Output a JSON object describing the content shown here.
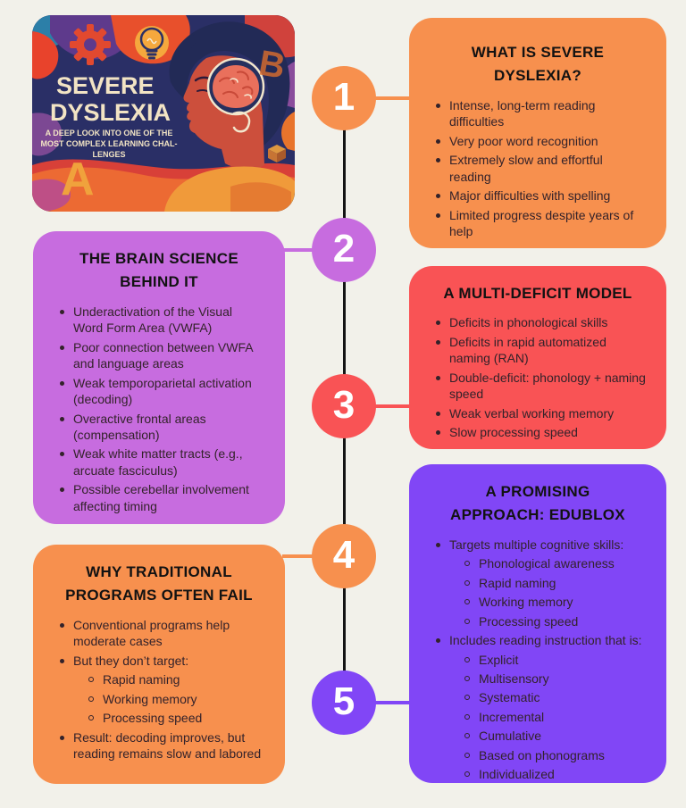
{
  "colors": {
    "background": "#F2F1EA",
    "orange": "#F7904E",
    "purple": "#C76CDF",
    "red": "#F95355",
    "violet": "#8146F6",
    "timeline_line": "#141414",
    "heading_text": "#121212",
    "body_text": "#33222A",
    "number_text": "#FFFFFF",
    "hero_navy": "#2A2F66",
    "hero_cream": "#F2E4C4",
    "hero_amber": "#F0A23C"
  },
  "hero": {
    "title_line1": "SEVERE",
    "title_line2": "DYSLEXIA",
    "subtitle_lines": [
      "A DEEP LOOK INTO ONE OF THE",
      "MOST COMPLEX LEARNING CHAL-",
      "LENGES"
    ],
    "letter_a": "A",
    "letter_b": "B"
  },
  "timeline": [
    {
      "number": "1",
      "color": "#F7904E"
    },
    {
      "number": "2",
      "color": "#C76CDF"
    },
    {
      "number": "3",
      "color": "#F95355"
    },
    {
      "number": "4",
      "color": "#F7904E"
    },
    {
      "number": "5",
      "color": "#8146F6"
    }
  ],
  "cards": [
    {
      "title": "WHAT IS SEVERE DYSLEXIA?",
      "color": "#F7904E",
      "bullets": [
        {
          "level": 1,
          "text": "Intense, long-term reading difficulties"
        },
        {
          "level": 1,
          "text": "Very poor word recognition"
        },
        {
          "level": 1,
          "text": "Extremely slow and effortful reading"
        },
        {
          "level": 1,
          "text": "Major difficulties with spelling"
        },
        {
          "level": 1,
          "text": "Limited progress despite years of help"
        }
      ]
    },
    {
      "title": "THE BRAIN SCIENCE BEHIND IT",
      "color": "#C76CDF",
      "bullets": [
        {
          "level": 1,
          "text": "Underactivation of the Visual Word Form Area (VWFA)"
        },
        {
          "level": 1,
          "text": "Poor connection between VWFA and language areas"
        },
        {
          "level": 1,
          "text": "Weak temporoparietal activation (decoding)"
        },
        {
          "level": 1,
          "text": "Overactive frontal areas (compensation)"
        },
        {
          "level": 1,
          "text": "Weak white matter tracts (e.g., arcuate fasciculus)"
        },
        {
          "level": 1,
          "text": "Possible cerebellar involvement affecting timing"
        }
      ]
    },
    {
      "title": "A MULTI-DEFICIT MODEL",
      "color": "#F95355",
      "bullets": [
        {
          "level": 1,
          "text": "Deficits in phonological skills"
        },
        {
          "level": 1,
          "text": "Deficits in rapid automatized naming (RAN)"
        },
        {
          "level": 1,
          "text": "Double-deficit: phonology + naming speed"
        },
        {
          "level": 1,
          "text": "Weak verbal working memory"
        },
        {
          "level": 1,
          "text": "Slow processing speed"
        }
      ]
    },
    {
      "title": "WHY TRADITIONAL PROGRAMS OFTEN FAIL",
      "color": "#F7904E",
      "bullets": [
        {
          "level": 1,
          "text": "Conventional programs help moderate cases"
        },
        {
          "level": 1,
          "text": "But they don’t target:"
        },
        {
          "level": 2,
          "text": "Rapid naming"
        },
        {
          "level": 2,
          "text": "Working memory"
        },
        {
          "level": 2,
          "text": "Processing speed"
        },
        {
          "level": 1,
          "text": "Result: decoding improves, but reading remains slow and labored"
        }
      ]
    },
    {
      "title": "A PROMISING APPROACH: EDUBLOX",
      "color": "#8146F6",
      "bullets": [
        {
          "level": 1,
          "text": "Targets multiple cognitive skills:"
        },
        {
          "level": 2,
          "text": "Phonological awareness"
        },
        {
          "level": 2,
          "text": "Rapid naming"
        },
        {
          "level": 2,
          "text": "Working memory"
        },
        {
          "level": 2,
          "text": "Processing speed"
        },
        {
          "level": 1,
          "text": "Includes reading instruction that is:"
        },
        {
          "level": 2,
          "text": "Explicit"
        },
        {
          "level": 2,
          "text": "Multisensory"
        },
        {
          "level": 2,
          "text": "Systematic"
        },
        {
          "level": 2,
          "text": "Incremental"
        },
        {
          "level": 2,
          "text": "Cumulative"
        },
        {
          "level": 2,
          "text": "Based on phonograms"
        },
        {
          "level": 2,
          "text": "Individualized"
        }
      ]
    }
  ]
}
